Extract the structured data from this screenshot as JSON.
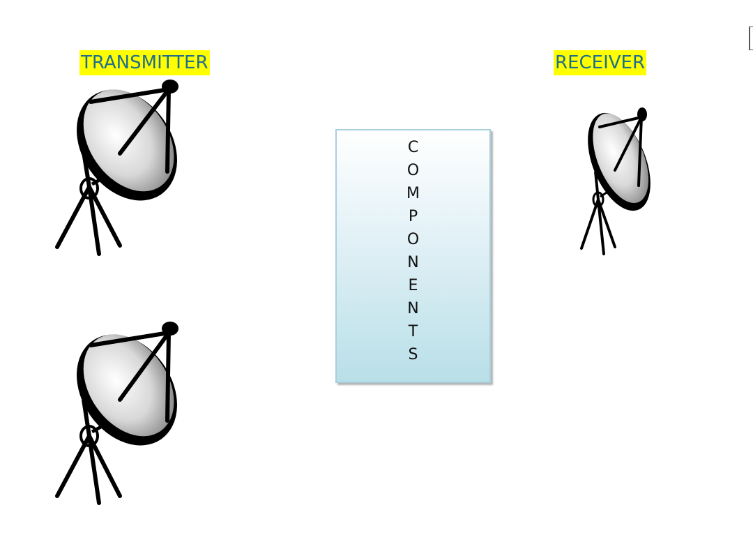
{
  "labels": {
    "transmitter": "TRANSMITTER",
    "receiver": "RECEIVER"
  },
  "components": {
    "letters": [
      "C",
      "O",
      "M",
      "P",
      "O",
      "N",
      "E",
      "N",
      "T",
      "S"
    ]
  },
  "icons": {
    "dish": "satellite-dish-icon"
  },
  "colors": {
    "label_highlight": "#ffff00",
    "label_text": "#1f6f8b",
    "box_border": "#a9cfdc",
    "box_gradient_end": "#b9dfe8"
  }
}
